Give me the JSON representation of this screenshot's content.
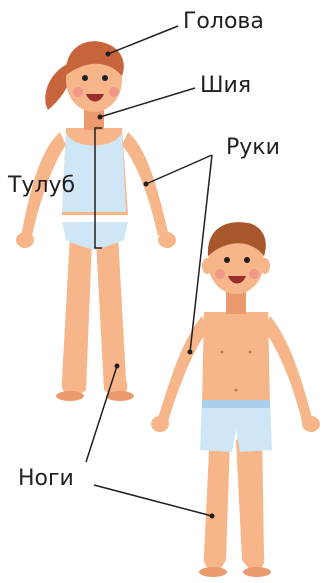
{
  "labels": {
    "head": "Голова",
    "neck": "Шия",
    "torso": "Тулуб",
    "arms": "Руки",
    "legs": "Ноги"
  },
  "colors": {
    "skin": "#f7b58a",
    "skin_shade": "#eb9a6e",
    "girl_hair": "#c8643b",
    "boy_hair": "#a8562c",
    "clothing": "#cfe6f7",
    "clothing_shade": "#a9cfec",
    "line": "#231f20"
  }
}
